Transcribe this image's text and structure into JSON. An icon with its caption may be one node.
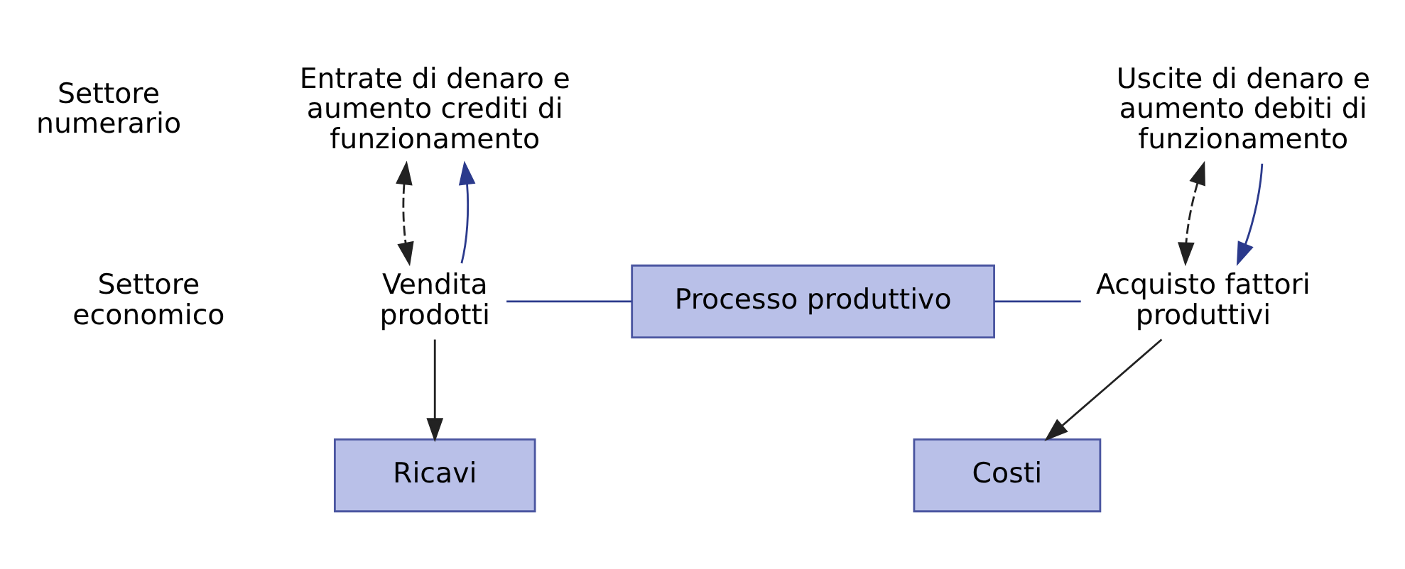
{
  "diagram": {
    "nodes": [
      {
        "text": [
          "Entrate di denaro e aumento crediti di funzionamento"
        ]
      },
      {
        "text": [
          "Uscite di denaro e aumento debiti di funzionamento"
        ]
      },
      {
        "text": [
          "Vendita prodotti"
        ]
      },
      {
        "text": [
          "Processo produttivo"
        ]
      },
      {
        "text": [
          "Acquisto fattori produttivi"
        ]
      },
      {
        "text": [
          "Ricavi"
        ]
      },
      {
        "text": [
          "Costi"
        ]
      }
    ],
    "edges": [
      {
        "from": 0,
        "to": 2,
        "arrow": "both",
        "style": "dashed"
      },
      {
        "from": 1,
        "to": 4,
        "arrow": "both",
        "style": "dashed"
      },
      {
        "from": 2,
        "to": 0,
        "arrow": "to",
        "color": "#2b3a8c"
      },
      {
        "from": 1,
        "to": 4,
        "arrow": "to",
        "color": "#2b3a8c"
      },
      {
        "from": 2,
        "to": 3,
        "arrow": "none",
        "color": "#2b3a8c"
      },
      {
        "from": 3,
        "to": 4,
        "arrow": "none",
        "color": "#2b3a8c"
      },
      {
        "from": 2,
        "to": 5,
        "arrow": "to"
      },
      {
        "from": 4,
        "to": 6,
        "arrow": "to"
      }
    ],
    "labels": [
      "Settore numerario",
      "Settore economico"
    ]
  }
}
